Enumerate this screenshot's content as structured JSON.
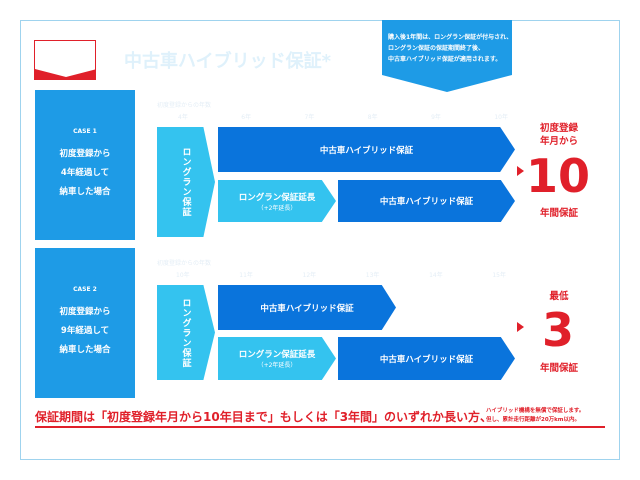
{
  "title": "中古車ハイブリッド保証*",
  "callout": [
    "購入後1年間は、ロングラン保証が付与され、",
    "ロングラン保証の保証期間終了後、",
    "中古車ハイブリッド保証が適用されます。"
  ],
  "cases": [
    {
      "label": "CASE 1",
      "desc": [
        "初度登録から",
        "4年経過して",
        "納車した場合"
      ],
      "axis_label": "初度登録からの年数",
      "ticks": [
        "4年",
        "6年",
        "7年",
        "8年",
        "9年",
        "10年"
      ],
      "longrun": "ロングラン保証",
      "hybrid": "中古車ハイブリッド保証",
      "ext": "ロングラン保証延長",
      "ext_sub": "（+2年延長）",
      "hybrid2": "中古車ハイブリッド保証",
      "result_top": [
        "初度登録",
        "年月から"
      ],
      "result_num": "10",
      "result_bottom": "年間保証"
    },
    {
      "label": "CASE 2",
      "desc": [
        "初度登録から",
        "9年経過して",
        "納車した場合"
      ],
      "axis_label": "初度登録からの年数",
      "ticks": [
        "10年",
        "11年",
        "12年",
        "13年",
        "14年",
        "15年"
      ],
      "longrun": "ロングラン保証",
      "hybrid": "中古車ハイブリッド保証",
      "ext": "ロングラン保証延長",
      "ext_sub": "（+2年延長）",
      "hybrid2": "中古車ハイブリッド保証",
      "result_top": [
        "最低"
      ],
      "result_num": "3",
      "result_bottom": "年間保証"
    }
  ],
  "bottom": "保証期間は「初度登録年月から10年目まで」もしくは「3年間」のいずれか長い方、",
  "note": [
    "ハイブリッド機構を無償で保証します。",
    "但し、累計走行距離が20万km以内。"
  ],
  "colors": {
    "blue": "#1e9be6",
    "dark_blue": "#0a74dc",
    "light_blue": "#34c3ef",
    "red": "#e0202a"
  }
}
